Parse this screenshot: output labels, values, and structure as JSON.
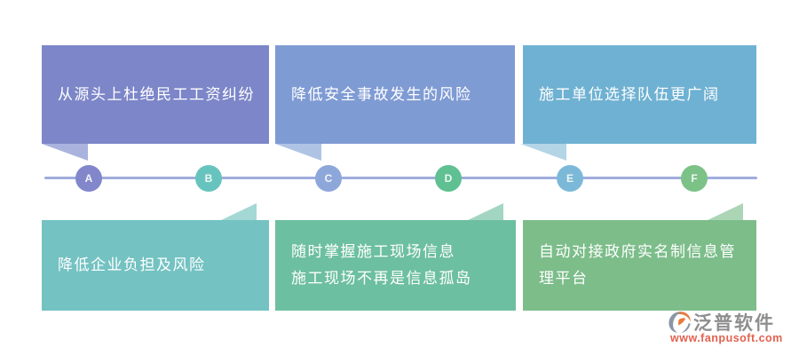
{
  "canvas": {
    "background": "#FFFFFF",
    "text_color": "#FFFFFF"
  },
  "top_boxes": [
    {
      "text": "从源头上杜绝民工工资纠纷",
      "color": "#7C86C8",
      "tail_color": "#AAB3DE"
    },
    {
      "text": "降低安全事故发生的风险",
      "color": "#7F9BD4",
      "tail_color": "#AFC4E4"
    },
    {
      "text": "施工单位选择队伍更广阔",
      "color": "#6FB1D2",
      "tail_color": "#B4D5E5"
    }
  ],
  "bottom_boxes": [
    {
      "lines": [
        "降低企业负担及风险"
      ],
      "color": "#74C2C2",
      "tail_color": "#A3D8D5"
    },
    {
      "lines": [
        "随时掌握施工现场信息",
        "施工现场不再是信息孤岛"
      ],
      "color": "#6DBFA1",
      "tail_color": "#A3D6C2"
    },
    {
      "lines": [
        "自动对接政府实名制信息管",
        "理平台"
      ],
      "color": "#7CBD8A",
      "tail_color": "#ACD5B5"
    }
  ],
  "timeline": {
    "line_color": "#A0ACDD",
    "nodes": [
      {
        "label": "A",
        "color": "#8287CB"
      },
      {
        "label": "B",
        "color": "#67C3BD"
      },
      {
        "label": "C",
        "color": "#8EA7DB"
      },
      {
        "label": "D",
        "color": "#5FC092"
      },
      {
        "label": "E",
        "color": "#7CB9D9"
      },
      {
        "label": "F",
        "color": "#7CC287"
      }
    ]
  },
  "logo": {
    "name": "泛普软件",
    "url": "www.fanpusoft.com",
    "name_color": "#8E8E8E",
    "url_color": "#E2614E",
    "icon_orange": "#E8793F",
    "icon_gray": "#8B95A6"
  }
}
